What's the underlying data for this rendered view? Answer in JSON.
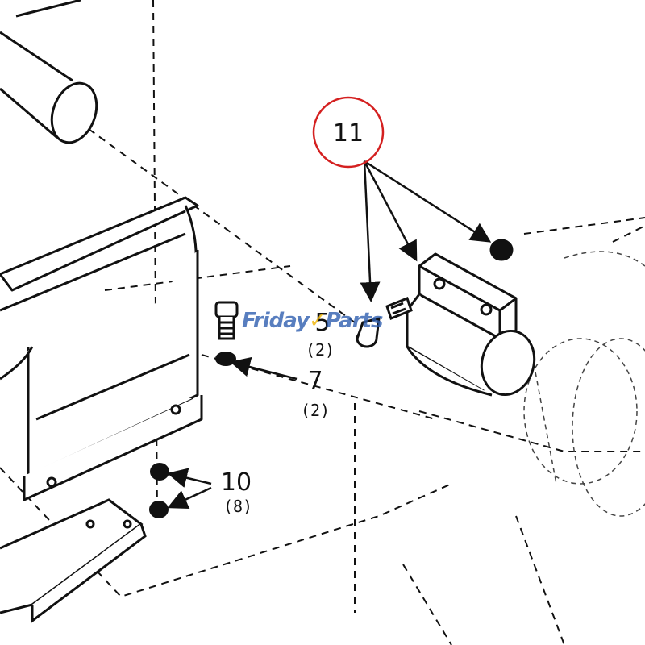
{
  "diagram": {
    "callouts": [
      {
        "id": "11",
        "number": "11",
        "quantity": "",
        "highlighted": true
      },
      {
        "id": "5",
        "number": "5",
        "quantity": "(2)"
      },
      {
        "id": "7",
        "number": "7",
        "quantity": "(2)"
      },
      {
        "id": "10",
        "number": "10",
        "quantity": "(8)"
      }
    ],
    "watermark": {
      "text_part1": "Friday",
      "text_part2": "Parts"
    },
    "colors": {
      "line": "#111111",
      "highlight_circle": "#d42020",
      "watermark_blue": "#2f5fb0",
      "watermark_accent": "#f0b400",
      "background": "#ffffff"
    }
  }
}
